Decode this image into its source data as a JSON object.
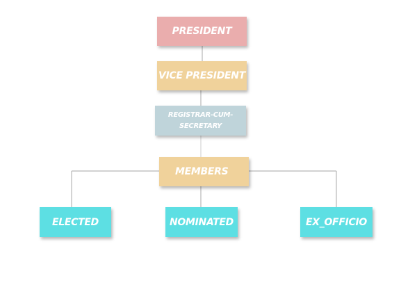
{
  "org_chart": {
    "president": "PRESIDENT",
    "vice_president": "VICE PRESIDENT",
    "registrar": {
      "line1": "REGISTRAR-CUM-",
      "line2": "SECRETARY"
    },
    "members": "MEMBERS",
    "elected": "ELECTED",
    "nominated": "NOMINATED",
    "ex_officio": "EX_OFFICIO"
  },
  "colors": {
    "president": "#eaadad",
    "vice_president": "#f0d29b",
    "registrar": "#bfd4da",
    "members": "#f0d29b",
    "leaf": "#5ddfe3",
    "connector": "#b0b0b0"
  }
}
